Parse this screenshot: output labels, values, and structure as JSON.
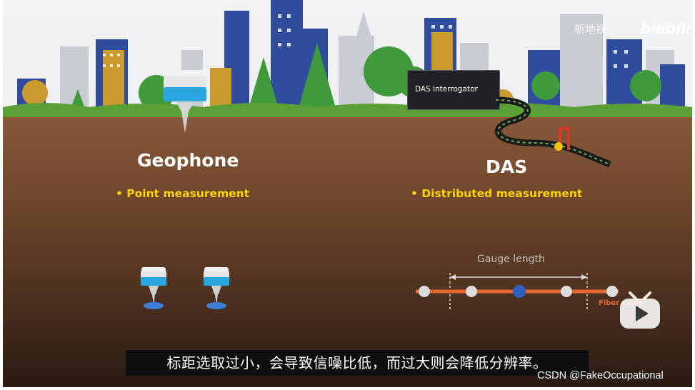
{
  "video": {
    "watermark_text": "新地视",
    "watermark_logo": "bilibili",
    "subtitle": "标距选取过小，会导致信噪比低，而过大则会降低分辨率。",
    "csdn_watermark": "CSDN @FakeOccupational",
    "play_icon": "play-icon"
  },
  "left_panel": {
    "title": "Geophone",
    "bullet": "• Point measurement"
  },
  "right_panel": {
    "title": "DAS",
    "bullet": "• Distributed measurement",
    "interrogator_label": "DAS interrogator",
    "gauge_label": "Gauge length",
    "fiber_label": "Fiber cable"
  },
  "colors": {
    "accent_yellow": "#ffd200",
    "fiber_orange": "#e8682c",
    "building_blue": "#2f4d9c",
    "tree_green": "#3f9a3c",
    "ground_brown": "#87583a"
  }
}
